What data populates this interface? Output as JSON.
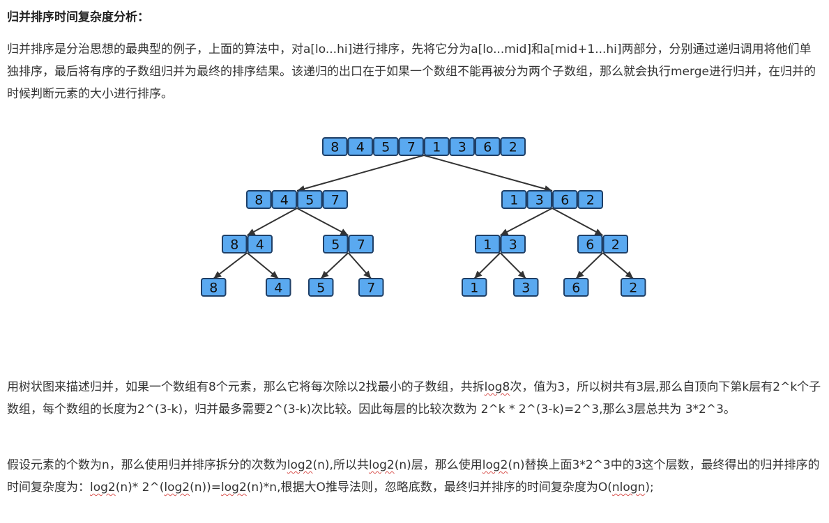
{
  "heading": "归并排序时间复杂度分析：",
  "paragraph1": "归并排序是分治思想的最典型的例子，上面的算法中，对a[lo...hi]进行排序，先将它分为a[lo...mid]和a[mid+1...hi]两部分，分别通过递归调用将他们单独排序，最后将有序的子数组归并为最终的排序结果。该递归的出口在于如果一个数组不能再被分为两个子数组，那么就会执行merge进行归并，在归并的时候判断元素的大小进行排序。",
  "paragraph2": {
    "part1": "用树状图来描述归并，如果一个数组有8个元素，那么它将每次除以2找最小的子数组，共拆",
    "log8": "log8",
    "part2": "次，值为3，所以树共有3层,那么自顶向下第k层有2^k个子数组，每个数组的长度为2^(3-k)，归并最多需要2^(3-k)次比较。因此每层的比较次数为 2^k * 2^(3-k)=2^3,那么3层总共为 3*2^3。"
  },
  "paragraph3": {
    "part1": "假设元素的个数为n，那么使用归并排序拆分的次数为",
    "log2n_a": "log2",
    "part2": "(n),所以共",
    "log2n_b": "log2",
    "part3": "(n)层，那么使用",
    "log2n_c": "log2",
    "part4": "(n)替换上面3*2^3中的3这个层数，最终得出的归并排序的时间复杂度为：",
    "log2n_d": "log2",
    "part5": "(n)* 2^(",
    "log2n_e": "log2",
    "part6": "(n))=",
    "log2n_f": "log2",
    "part7": "(n)*n,根据大O推导法则，忽略底数，最终归并排序的时间复杂度为O(",
    "nlogn": "nlogn",
    "part8": ");"
  },
  "tree": {
    "level0": [
      [
        "8",
        "4",
        "5",
        "7",
        "1",
        "3",
        "6",
        "2"
      ]
    ],
    "level1": [
      [
        "8",
        "4",
        "5",
        "7"
      ],
      [
        "1",
        "3",
        "6",
        "2"
      ]
    ],
    "level2": [
      [
        "8",
        "4"
      ],
      [
        "5",
        "7"
      ],
      [
        "1",
        "3"
      ],
      [
        "6",
        "2"
      ]
    ],
    "level3": [
      [
        "8"
      ],
      [
        "4"
      ],
      [
        "5"
      ],
      [
        "7"
      ],
      [
        "1"
      ],
      [
        "3"
      ],
      [
        "6"
      ],
      [
        "2"
      ]
    ]
  },
  "colors": {
    "cell_fill": "#5aa9f0",
    "cell_stroke": "#1f3f66",
    "squiggle": "#d9534f"
  }
}
